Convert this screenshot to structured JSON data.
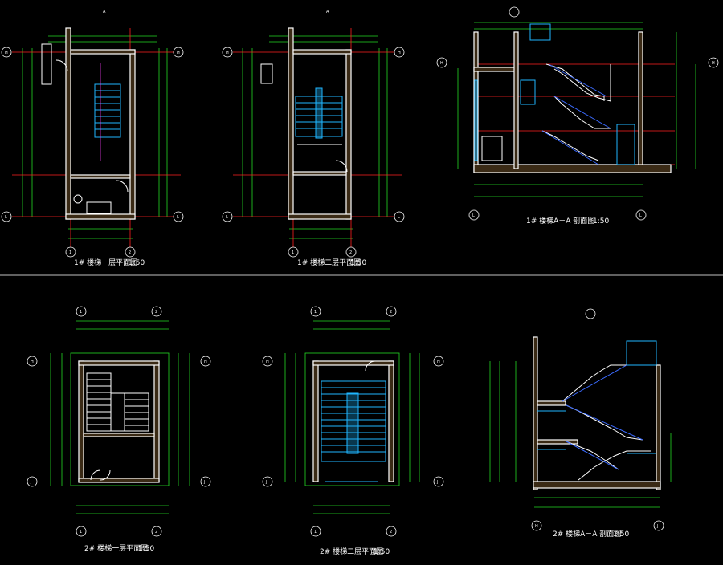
{
  "drawing": {
    "background": "#000000",
    "colors": {
      "dimension": "#23d923",
      "wall": "#ffffff",
      "axis": "#ff2020",
      "stair": "#1fb6ff",
      "text": "#ffffff"
    }
  },
  "captions": {
    "plan1_f1": "1# 楼梯一层平面图",
    "plan1_f2": "1# 楼梯二层平面图",
    "section1": "1# 楼梯A－A 剖面图",
    "plan2_f1": "2# 楼梯一层平面图",
    "plan2_f2": "2# 楼梯二层平面图",
    "section2": "2# 楼梯A－A 剖面图",
    "scale": "1:50"
  },
  "section_marks": {
    "a": "A"
  },
  "axis_labels": {
    "p1f1": [
      "H",
      "H",
      "L",
      "L",
      "1",
      "2"
    ],
    "p1f2": [
      "H",
      "H",
      "L",
      "L",
      "1",
      "2"
    ],
    "s1": [
      "H",
      "H",
      "L",
      "L"
    ],
    "p2f1": [
      "H",
      "H",
      "J",
      "J",
      "1",
      "2"
    ],
    "p2f2": [
      "H",
      "H",
      "J",
      "J",
      "1",
      "2"
    ],
    "s2": [
      "H",
      "J"
    ]
  }
}
